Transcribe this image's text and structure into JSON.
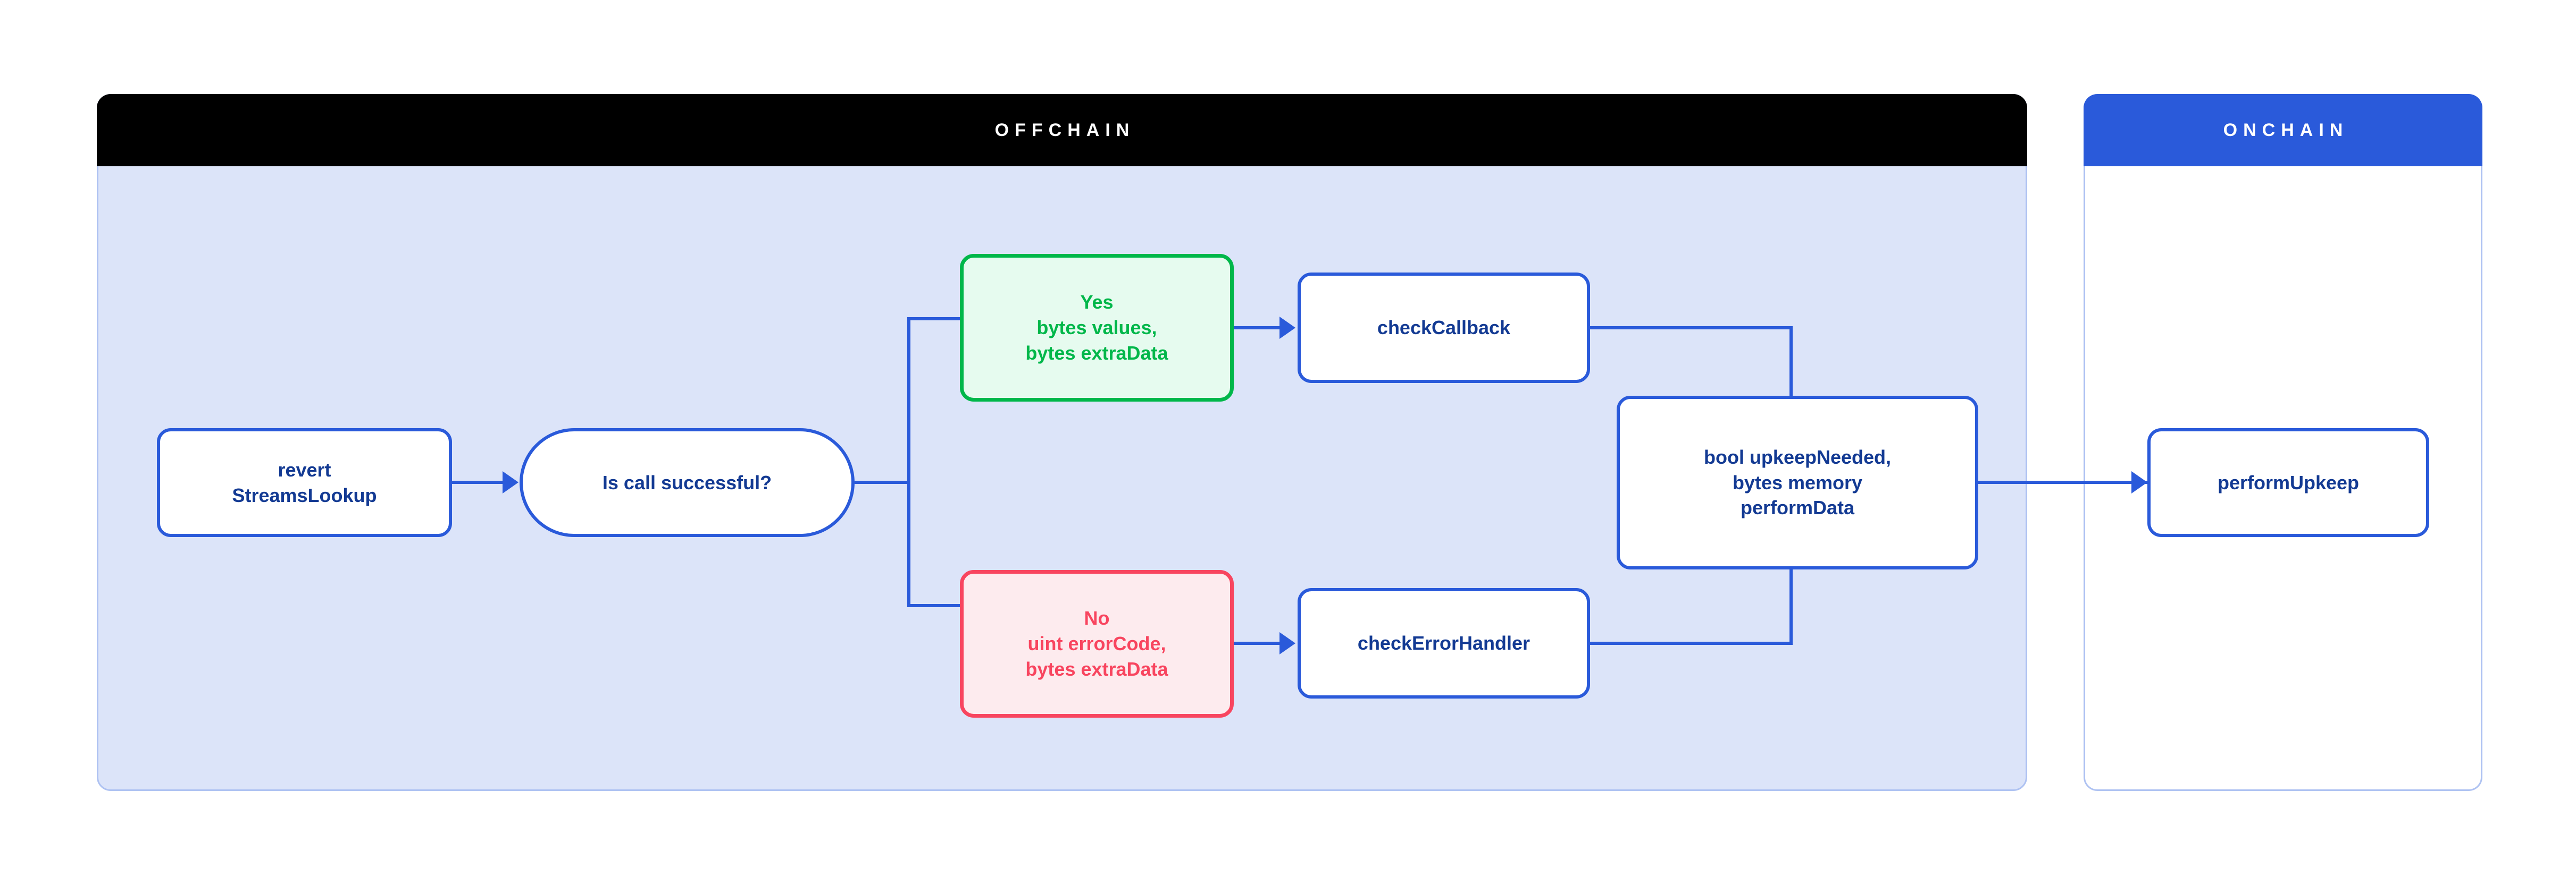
{
  "diagram": {
    "title_offchain": "OFFCHAIN",
    "title_onchain": "ONCHAIN",
    "colors": {
      "panel_offchain_fill": "#dce4f9",
      "panel_border": "#aec2f2",
      "header_offchain_bg": "#000000",
      "header_onchain_bg": "#2a5ada",
      "node_border_blue": "#2a5ada",
      "node_text_blue": "#133a93",
      "node_border_green": "#00b74a",
      "node_fill_green": "#e6fbef",
      "node_border_red": "#f8455f",
      "node_fill_red": "#fdebee",
      "connector": "#2a5ada"
    }
  },
  "nodes": {
    "revert": {
      "line1": "revert",
      "line2": "StreamsLookup"
    },
    "decision": {
      "label": "Is call successful?"
    },
    "yes": {
      "line1": "Yes",
      "line2": "bytes values,",
      "line3": "bytes extraData"
    },
    "no": {
      "line1": "No",
      "line2": "uint errorCode,",
      "line3": "bytes extraData"
    },
    "check_callback": {
      "label": "checkCallback"
    },
    "check_error_handler": {
      "label": "checkErrorHandler"
    },
    "upkeep_needed": {
      "line1": "bool upkeepNeeded,",
      "line2": "bytes memory",
      "line3": "performData"
    },
    "perform_upkeep": {
      "label": "performUpkeep"
    }
  }
}
